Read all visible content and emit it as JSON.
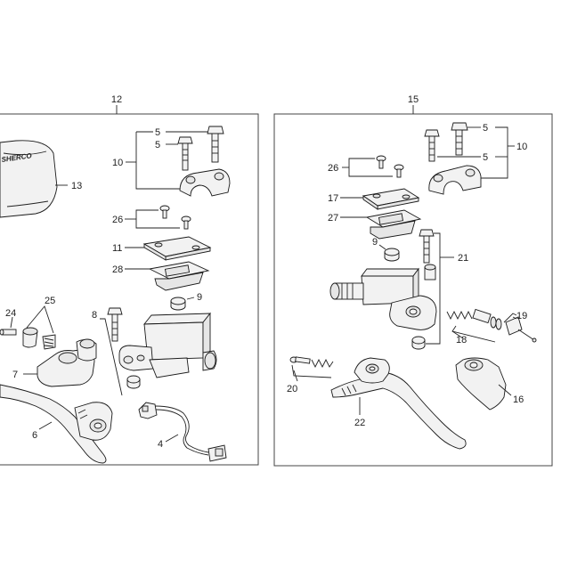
{
  "panels": [
    {
      "id": "left",
      "title": "12"
    },
    {
      "id": "right",
      "title": "15"
    }
  ],
  "logo_text": "SHERCO",
  "left_labels": {
    "l5a": "5",
    "l5b": "5",
    "l10": "10",
    "l13": "13",
    "l26": "26",
    "l11": "11",
    "l28": "28",
    "l9": "9",
    "l25": "25",
    "l24": "24",
    "l8": "8",
    "l7": "7",
    "l6": "6",
    "l4": "4"
  },
  "right_labels": {
    "r5a": "5",
    "r5b": "5",
    "r10": "10",
    "r26": "26",
    "r17": "17",
    "r27": "27",
    "r9": "9",
    "r21": "21",
    "r19": "19",
    "r18": "18",
    "r20": "20",
    "r16": "16",
    "r22": "22"
  }
}
